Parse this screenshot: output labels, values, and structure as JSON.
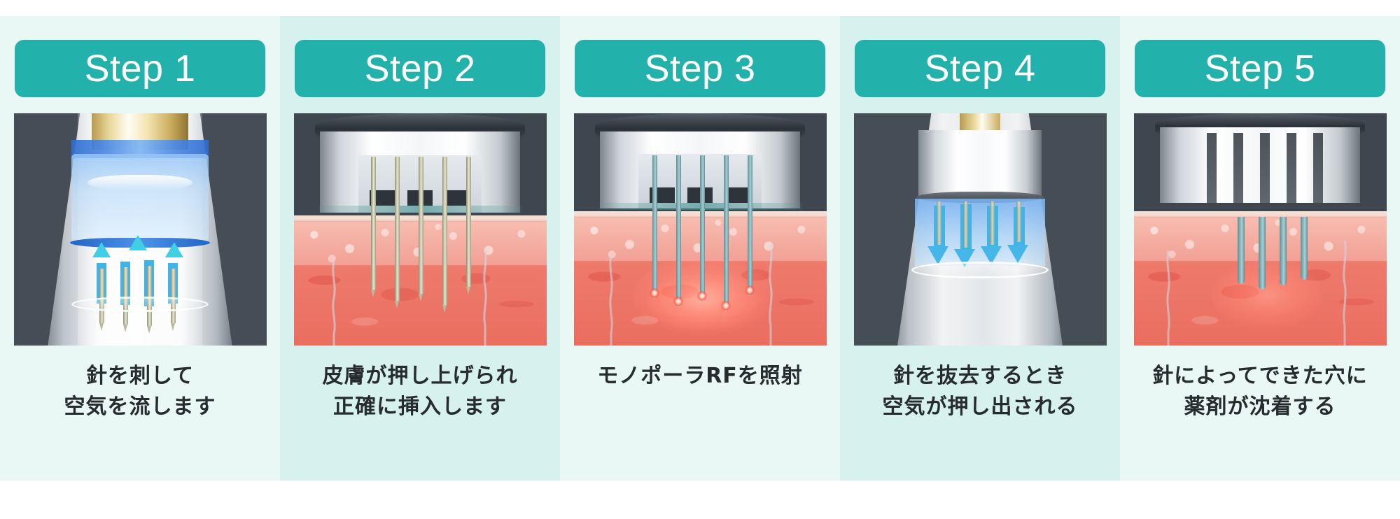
{
  "page": {
    "background": "#ffffff",
    "band_background_a": "#eaf8f5",
    "band_background_b": "#d7f1ef",
    "accent_color": "#22b2ab",
    "caption_color": "#262b2e"
  },
  "steps": [
    {
      "badge": "Step 1",
      "caption": "針を刺して\n空気を流します",
      "illustration": "needle-insertion-air-flow",
      "tint": "a"
    },
    {
      "badge": "Step 2",
      "caption": "皮膚が押し上げられ\n正確に挿入します",
      "illustration": "skin-lifted-needles-inserted",
      "tint": "b"
    },
    {
      "badge": "Step 3",
      "caption": "モノポーラRFを照射",
      "illustration": "monopolar-rf-irradiation",
      "tint": "a"
    },
    {
      "badge": "Step 4",
      "caption": "針を抜去するとき\n空気が押し出される",
      "illustration": "needle-withdrawal-air-pushed-out",
      "tint": "b"
    },
    {
      "badge": "Step 5",
      "caption": "針によってできた穴に\n薬剤が沈着する",
      "illustration": "drug-deposition-in-channels",
      "tint": "a"
    }
  ]
}
